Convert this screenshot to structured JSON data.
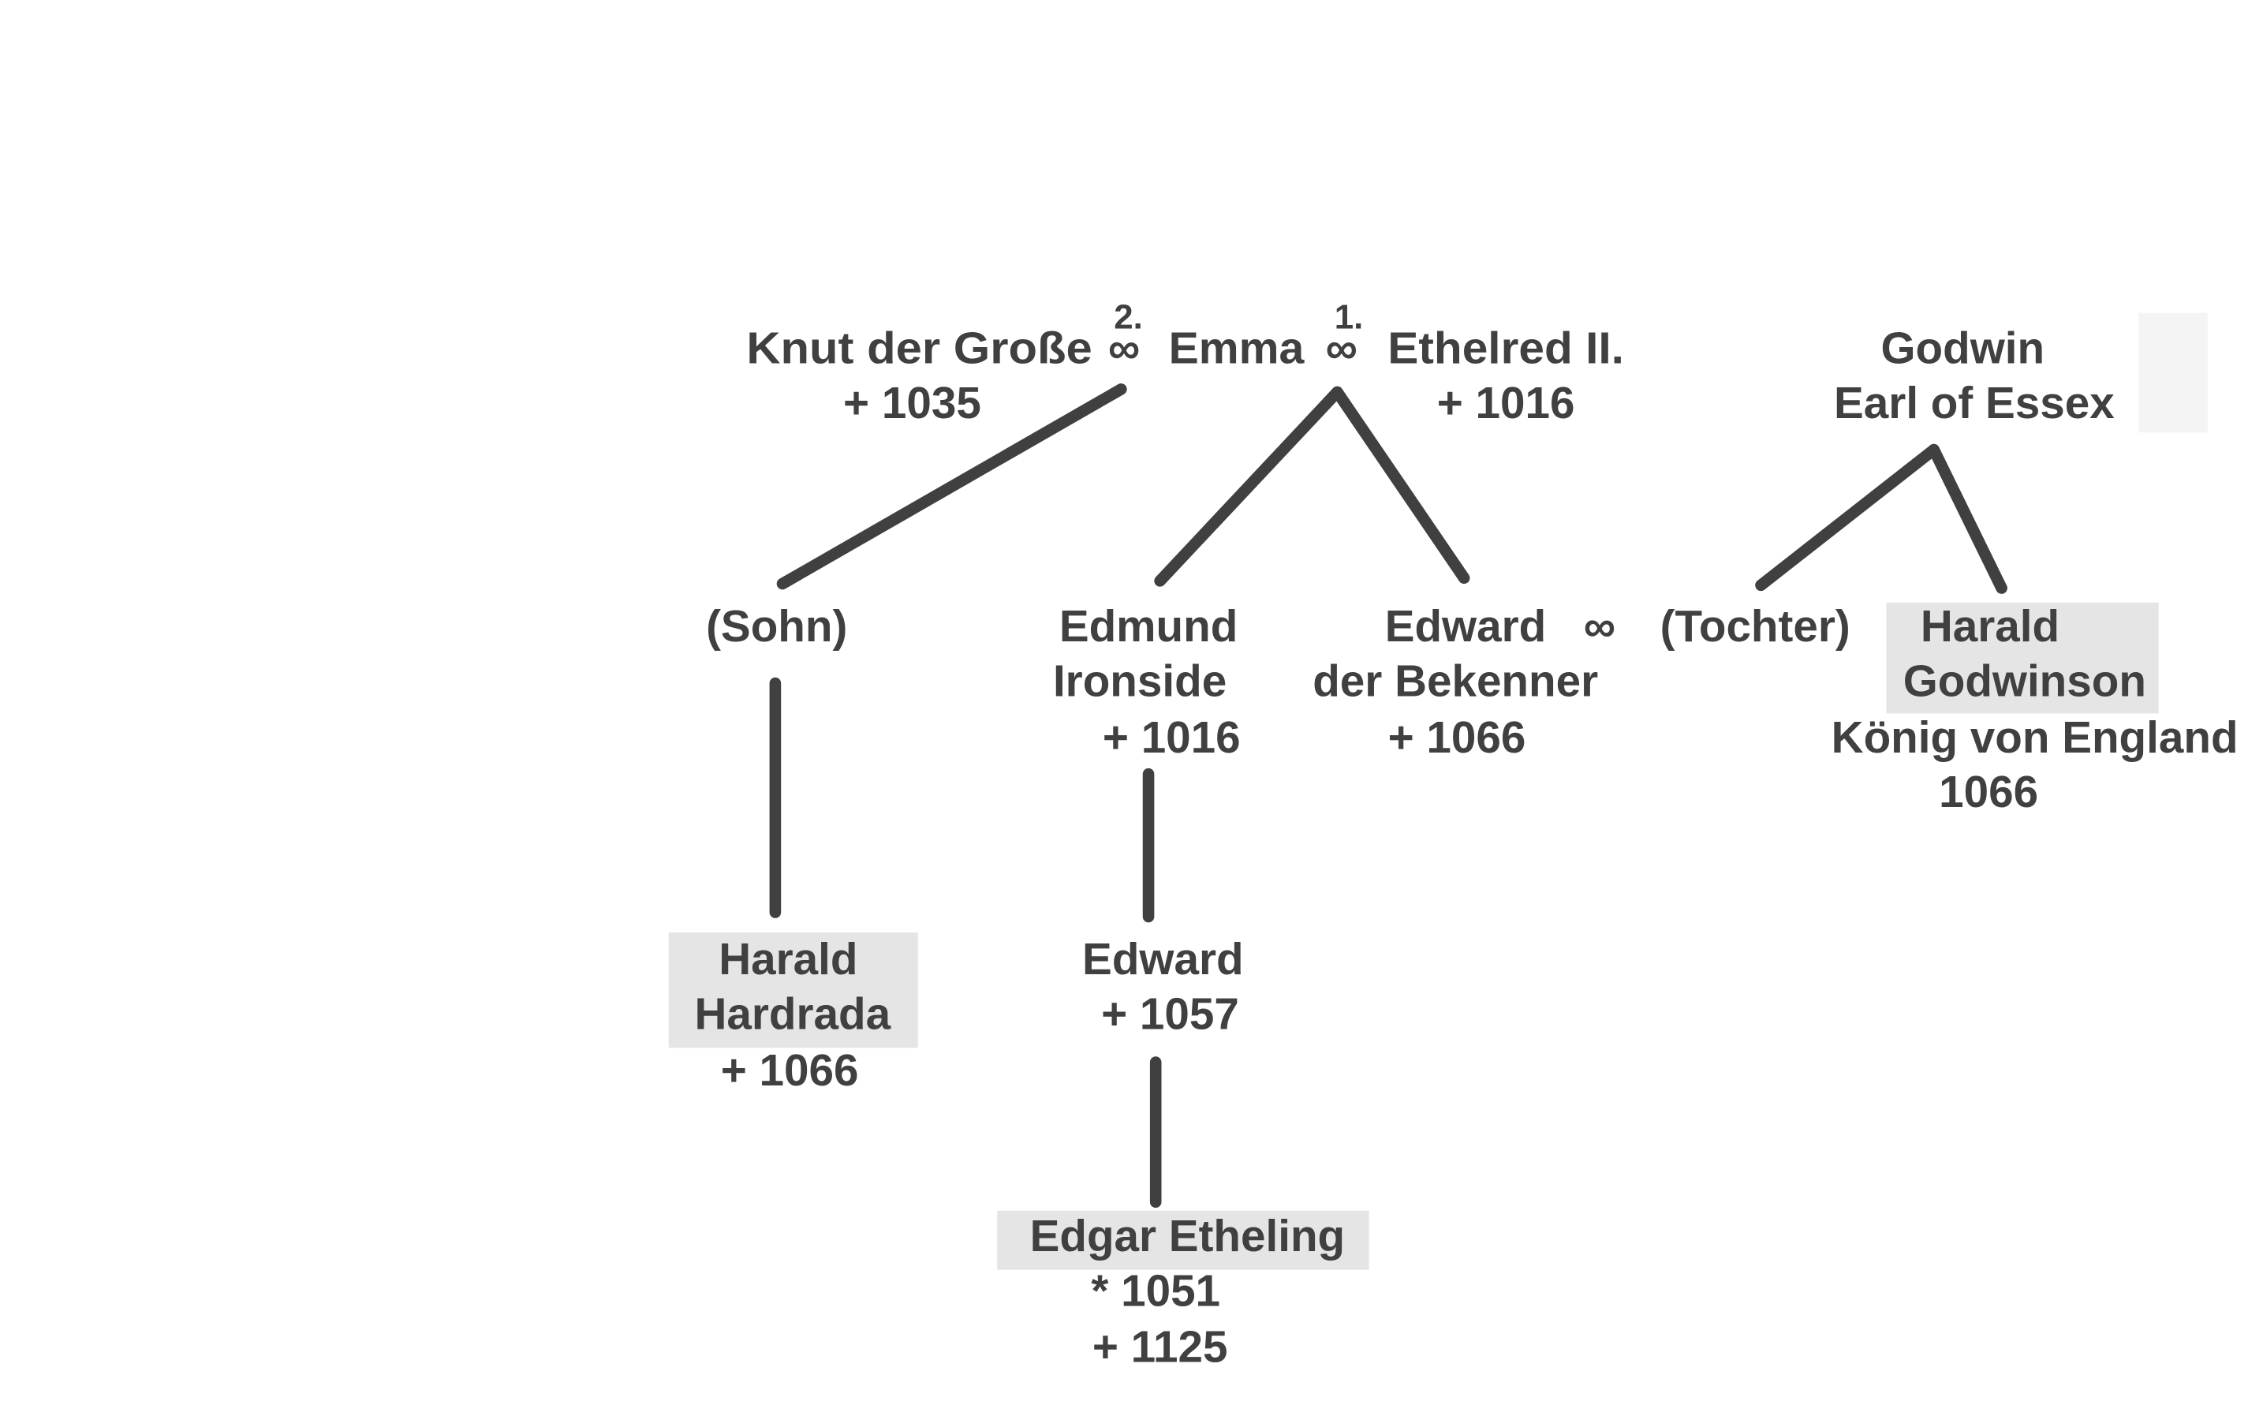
{
  "colors": {
    "text": "#404040",
    "line": "#404040",
    "highlight": "#e5e5e5",
    "light_box": "#f4f4f4"
  },
  "marriage_symbol": "∞",
  "top": {
    "knut": {
      "name": "Knut der Große",
      "death": "+ 1035"
    },
    "marriage_2_label": "2.",
    "emma": {
      "name": "Emma"
    },
    "marriage_1_label": "1.",
    "ethelred": {
      "name": "Ethelred II.",
      "death": "+ 1016"
    },
    "godwin": {
      "name": "Godwin",
      "title": "Earl of Essex"
    }
  },
  "middle": {
    "sohn": {
      "name": "(Sohn)"
    },
    "edmund": {
      "name_1": "Edmund",
      "name_2": "Ironside",
      "death": "+ 1016"
    },
    "edward_bekenner": {
      "name_1": "Edward",
      "name_2": "der Bekenner",
      "death": "+ 1066"
    },
    "tochter": {
      "name": "(Tochter)"
    },
    "harald_godwinson": {
      "name_1": "Harald",
      "name_2": "Godwinson",
      "title": "König von England",
      "year": "1066"
    }
  },
  "lower": {
    "harald_hardrada": {
      "name_1": "Harald",
      "name_2": "Hardrada",
      "death": "+ 1066"
    },
    "edward": {
      "name": "Edward",
      "death": "+ 1057"
    }
  },
  "bottom": {
    "edgar": {
      "name": "Edgar Etheling",
      "birth": "* 1051",
      "death": "+ 1125"
    }
  }
}
